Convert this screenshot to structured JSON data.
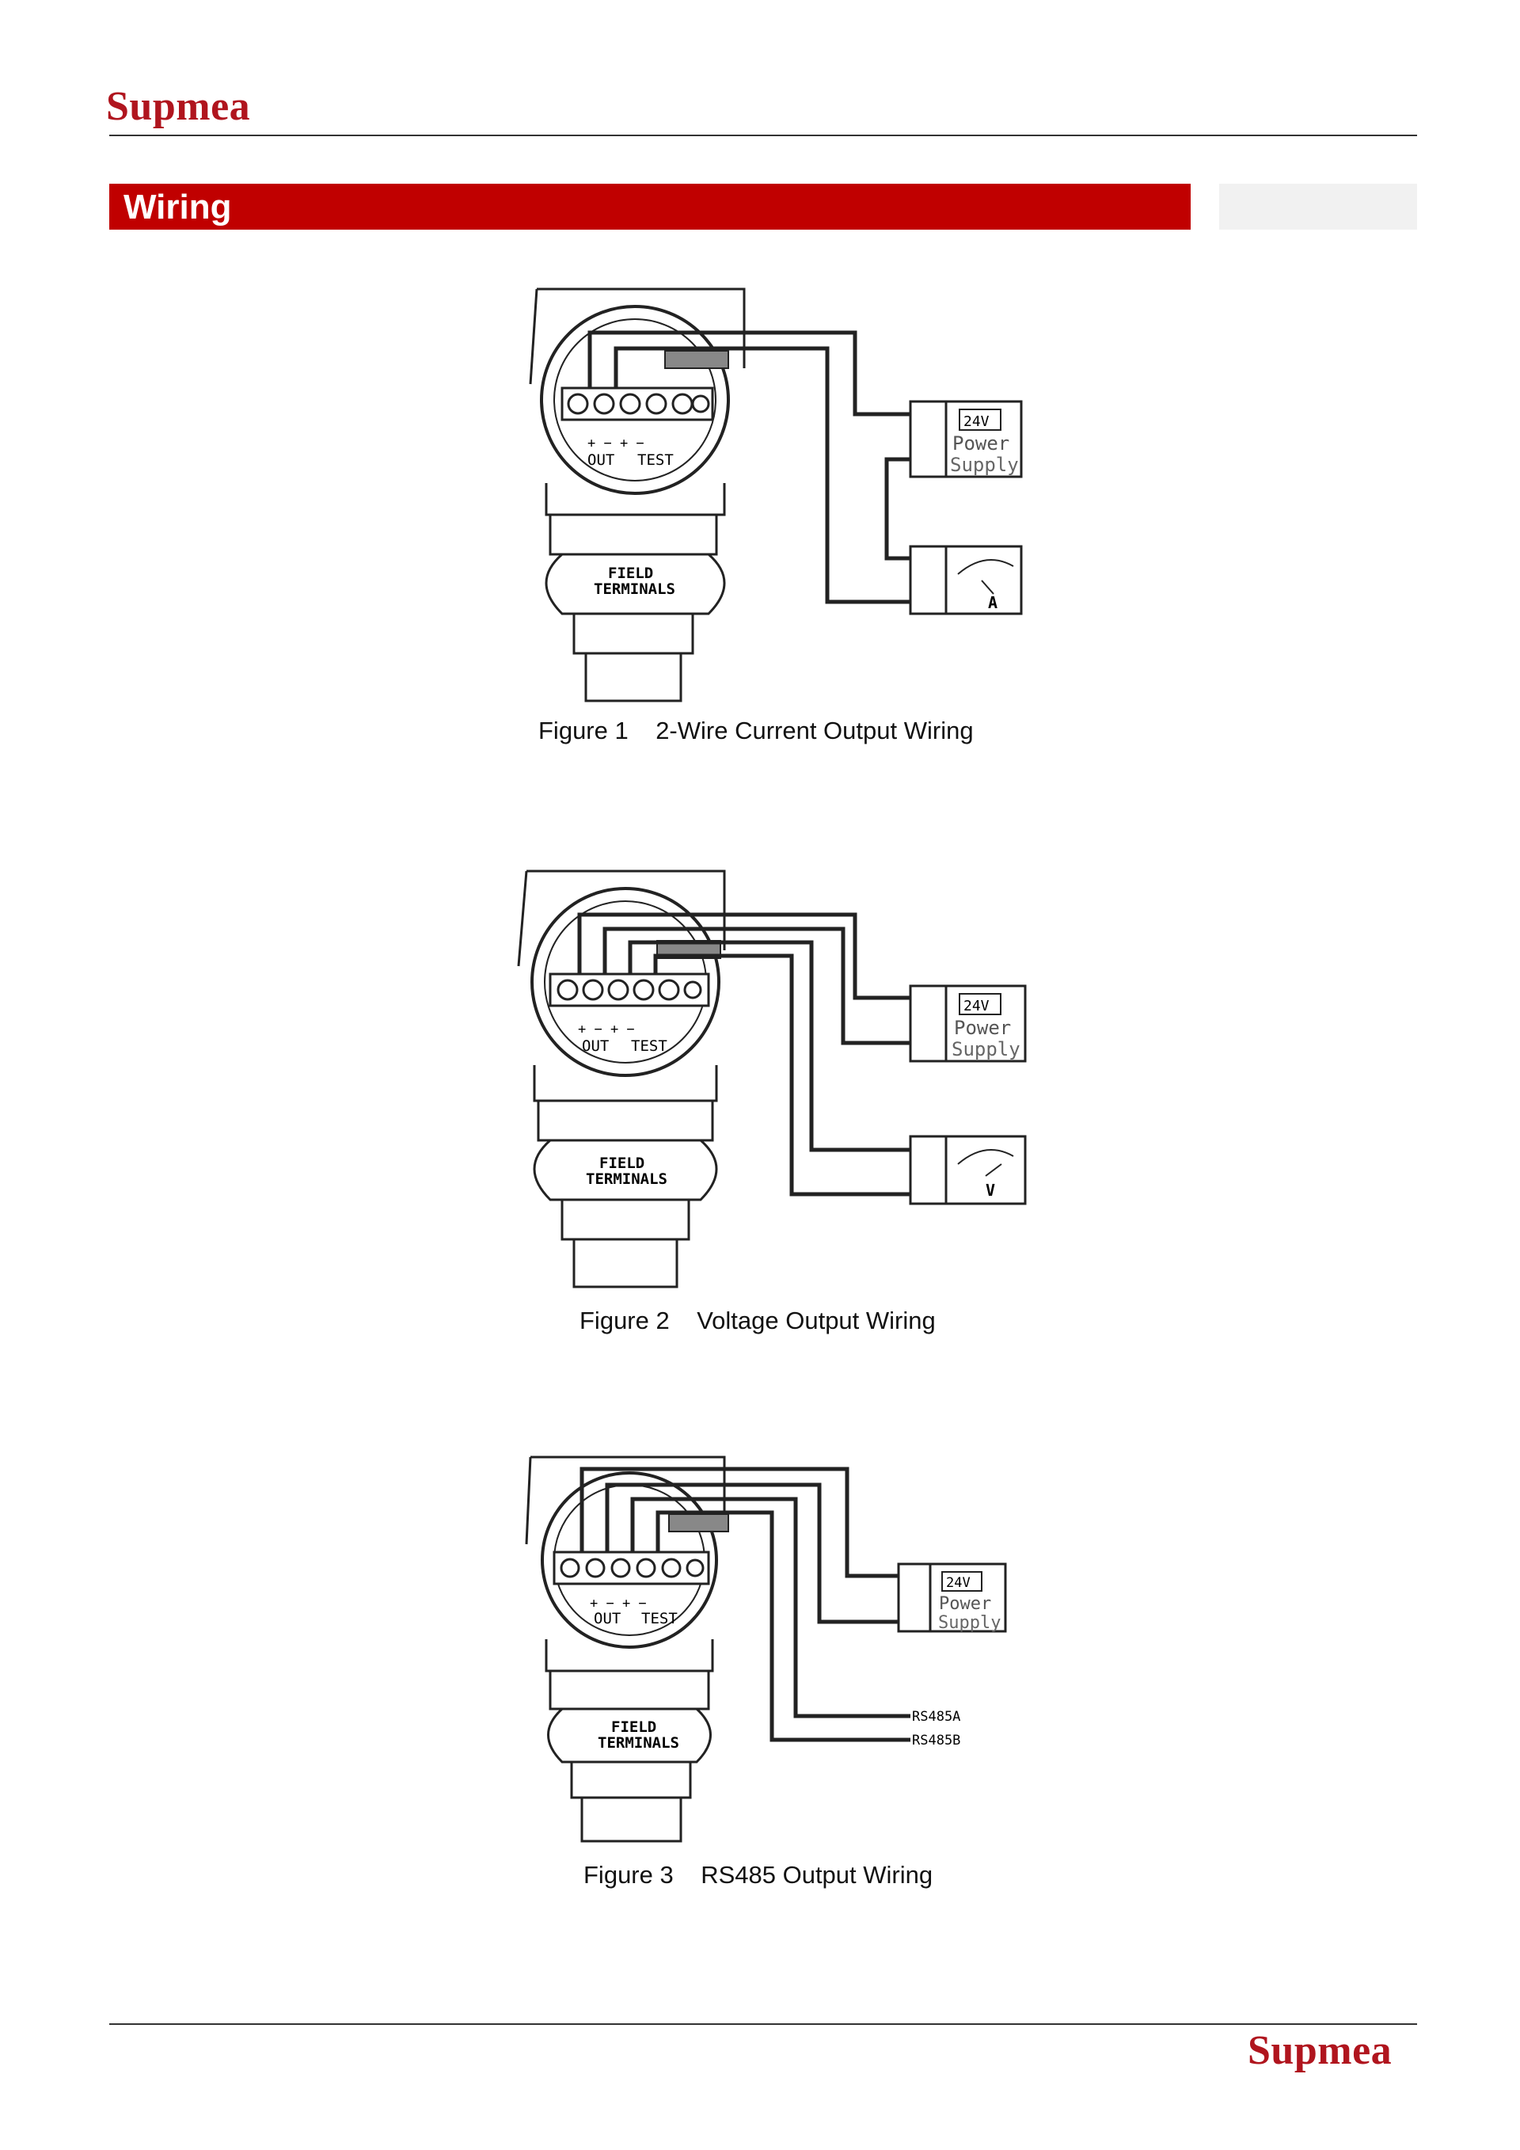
{
  "header": {
    "brand": "Supmea"
  },
  "section": {
    "title": "Wiring"
  },
  "figures": [
    {
      "caption_number": "Figure 1",
      "caption_text": "2-Wire Current Output Wiring",
      "terminal_labels": {
        "out": "OUT",
        "test": "TEST",
        "pm": "+ − + −",
        "field1": "FIELD",
        "field2": "TERMINALS"
      },
      "power": {
        "voltage": "24V",
        "line1": "Power",
        "line2": "Supply"
      },
      "meter": {
        "label": "A"
      }
    },
    {
      "caption_number": "Figure 2",
      "caption_text": "Voltage Output Wiring",
      "terminal_labels": {
        "out": "OUT",
        "test": "TEST",
        "pm": "+ − + −",
        "field1": "FIELD",
        "field2": "TERMINALS"
      },
      "power": {
        "voltage": "24V",
        "line1": "Power",
        "line2": "Supply"
      },
      "meter": {
        "label": "V"
      }
    },
    {
      "caption_number": "Figure 3",
      "caption_text": "RS485 Output Wiring",
      "terminal_labels": {
        "out": "OUT",
        "test": "TEST",
        "pm": "+ − + −",
        "field1": "FIELD",
        "field2": "TERMINALS"
      },
      "power": {
        "voltage": "24V",
        "line1": "Power",
        "line2": "Supply"
      },
      "rs485": {
        "a": "RS485A",
        "b": "RS485B"
      }
    }
  ],
  "footer": {
    "brand": "Supmea"
  }
}
